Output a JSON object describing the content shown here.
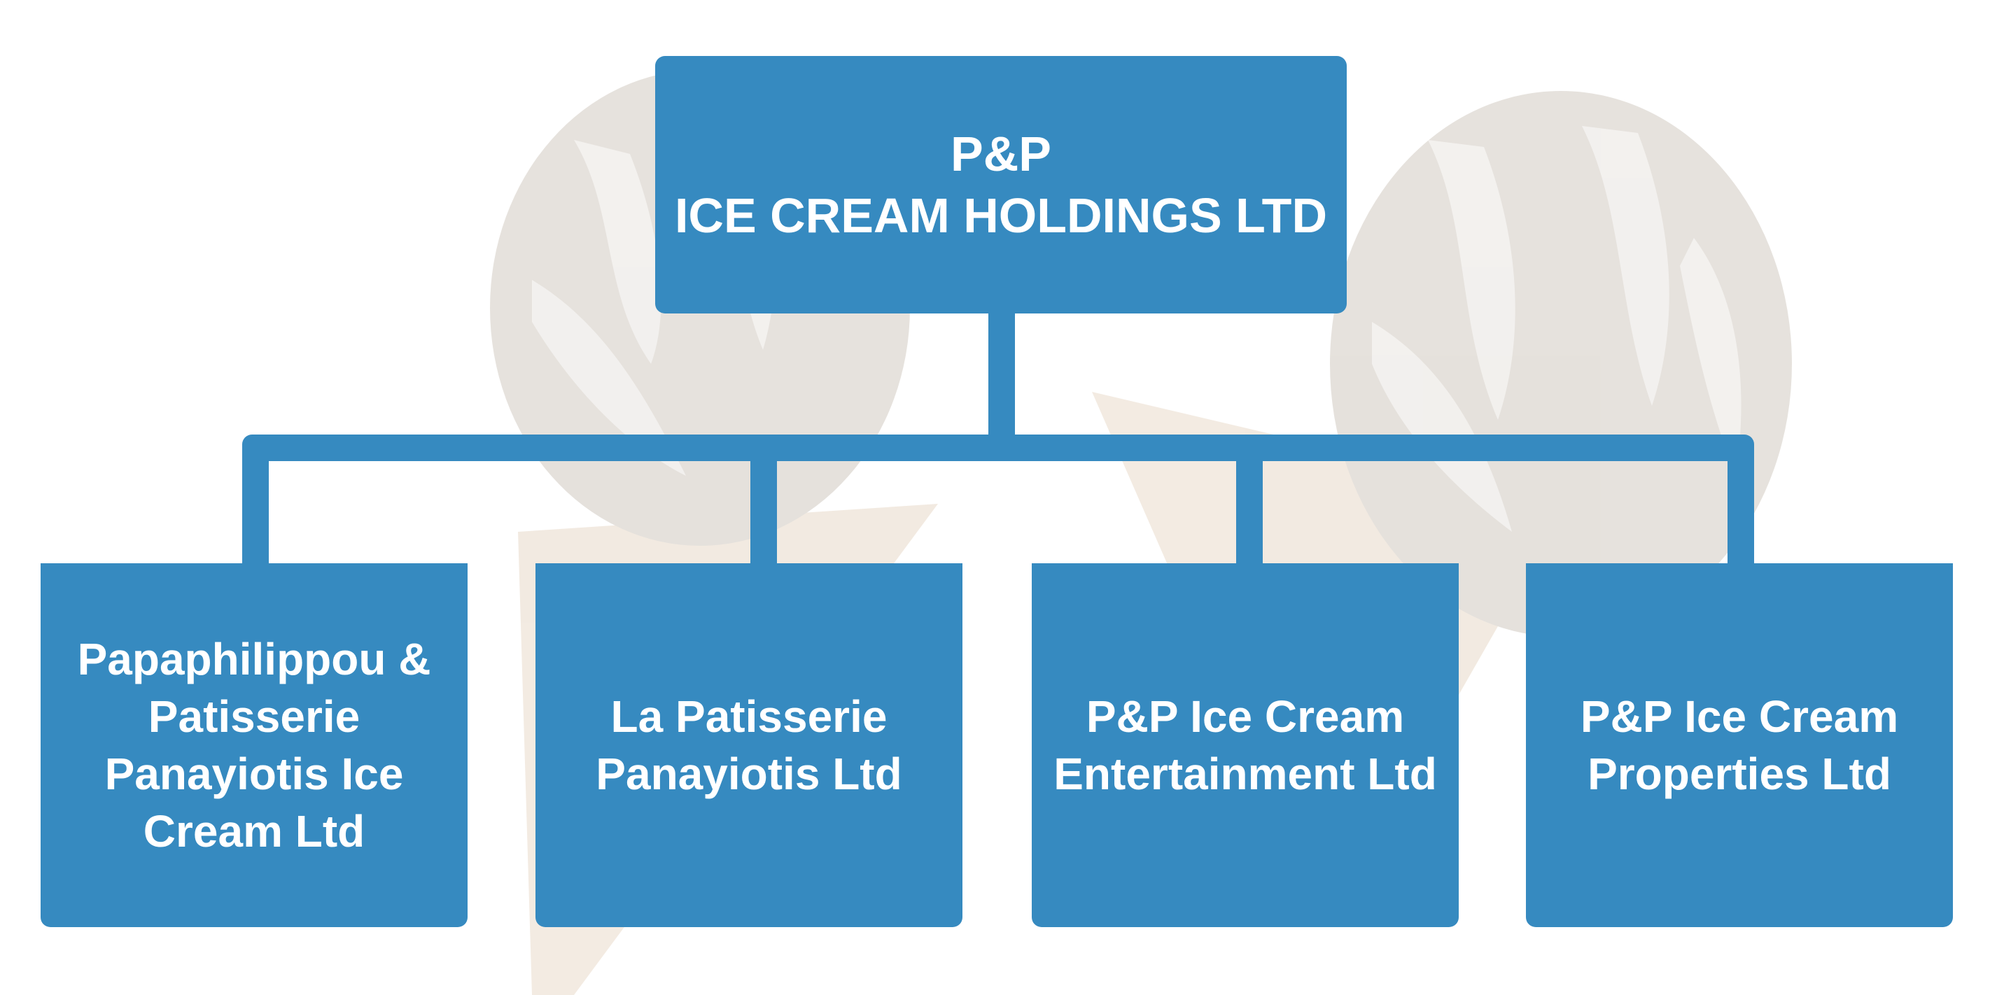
{
  "root": {
    "line1": "P&P",
    "line2": "ICE CREAM HOLDINGS LTD"
  },
  "children": [
    {
      "label": "Papaphilippou & Patisserie Panayiotis Ice Cream Ltd"
    },
    {
      "label": "La Patisserie Panayiotis Ltd"
    },
    {
      "label": "P&P Ice Cream Entertainment Ltd"
    },
    {
      "label": "P&P Ice Cream Properties Ltd"
    }
  ],
  "colors": {
    "box": "#368ac0",
    "text": "#ffffff",
    "background": "#ffffff"
  },
  "background_image": "ice-cream-cone-watermark"
}
